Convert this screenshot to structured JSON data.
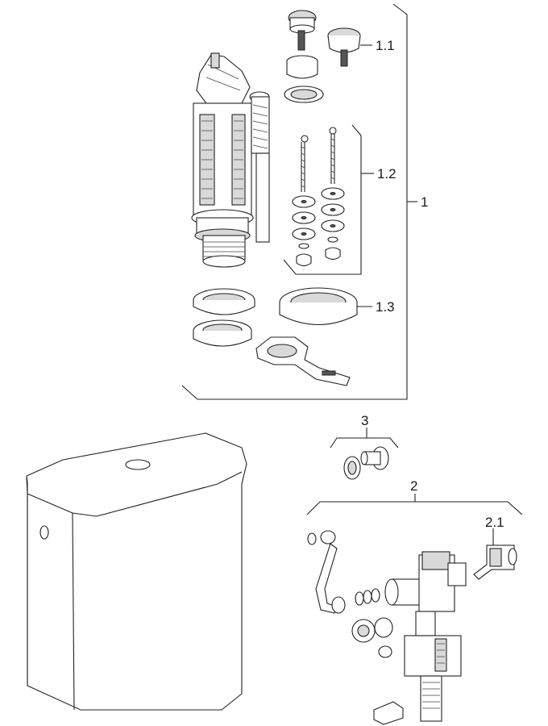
{
  "labels": {
    "l1": "1",
    "l1_1": "1.1",
    "l1_2": "1.2",
    "l1_3": "1.3",
    "l2": "2",
    "l2_1": "2.1",
    "l3": "3"
  },
  "colors": {
    "line": "#222222",
    "fill_light": "#d9d9d9",
    "fill_dark": "#555555",
    "background": "#ffffff"
  }
}
